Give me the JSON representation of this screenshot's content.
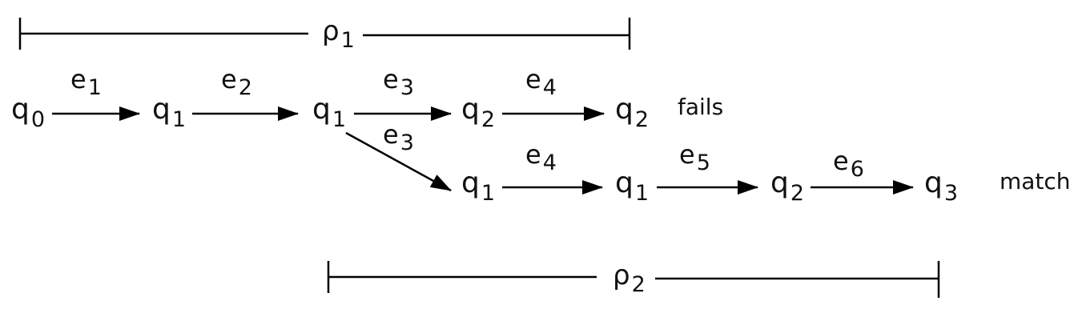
{
  "runs": [
    {
      "id": "rho1",
      "symbol": "ρ",
      "sub": "1"
    },
    {
      "id": "rho2",
      "symbol": "ρ",
      "sub": "2"
    }
  ],
  "states": [
    {
      "id": "s0",
      "base": "q",
      "sub": "0"
    },
    {
      "id": "s1",
      "base": "q",
      "sub": "1"
    },
    {
      "id": "s2",
      "base": "q",
      "sub": "1"
    },
    {
      "id": "s3",
      "base": "q",
      "sub": "2"
    },
    {
      "id": "s4",
      "base": "q",
      "sub": "2"
    },
    {
      "id": "s5",
      "base": "q",
      "sub": "1"
    },
    {
      "id": "s6",
      "base": "q",
      "sub": "1"
    },
    {
      "id": "s7",
      "base": "q",
      "sub": "2"
    },
    {
      "id": "s8",
      "base": "q",
      "sub": "3"
    }
  ],
  "edges": [
    {
      "id": "a1",
      "base": "e",
      "sub": "1"
    },
    {
      "id": "a2",
      "base": "e",
      "sub": "2"
    },
    {
      "id": "a3",
      "base": "e",
      "sub": "3"
    },
    {
      "id": "a4",
      "base": "e",
      "sub": "4"
    },
    {
      "id": "a5",
      "base": "e",
      "sub": "3"
    },
    {
      "id": "a6",
      "base": "e",
      "sub": "4"
    },
    {
      "id": "a7",
      "base": "e",
      "sub": "5"
    },
    {
      "id": "a8",
      "base": "e",
      "sub": "6"
    }
  ],
  "outcomes": {
    "fails": "fails",
    "match": "match"
  }
}
